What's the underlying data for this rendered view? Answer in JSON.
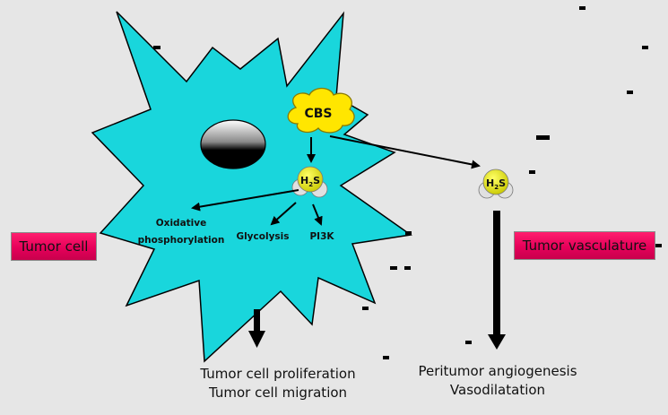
{
  "diagram": {
    "enzyme": "CBS",
    "h2s_cell": {
      "main": "H",
      "sub": "2",
      "tail": "S"
    },
    "h2s_vessel": {
      "main": "H",
      "sub": "2",
      "tail": "S"
    },
    "pathways": {
      "oxphos_line1": "Oxidative",
      "oxphos_line2": "phosphorylation",
      "glycolysis": "Glycolysis",
      "pi3k": "PI3K"
    },
    "labels": {
      "tumor_cell": "Tumor cell",
      "tumor_vasculature": "Tumor vasculature"
    },
    "outcomes": {
      "cell_line1": "Tumor cell proliferation",
      "cell_line2": "Tumor cell migration",
      "vasc_line1": "Peritumor angiogenesis",
      "vasc_line2": "Vasodilatation"
    },
    "colors": {
      "cell_fill": "#19d6dc",
      "cloud_fill": "#ffe600",
      "h2s_fill": "#e8e800",
      "label_box": "#e6005a",
      "background": "#e6e6e6"
    }
  }
}
